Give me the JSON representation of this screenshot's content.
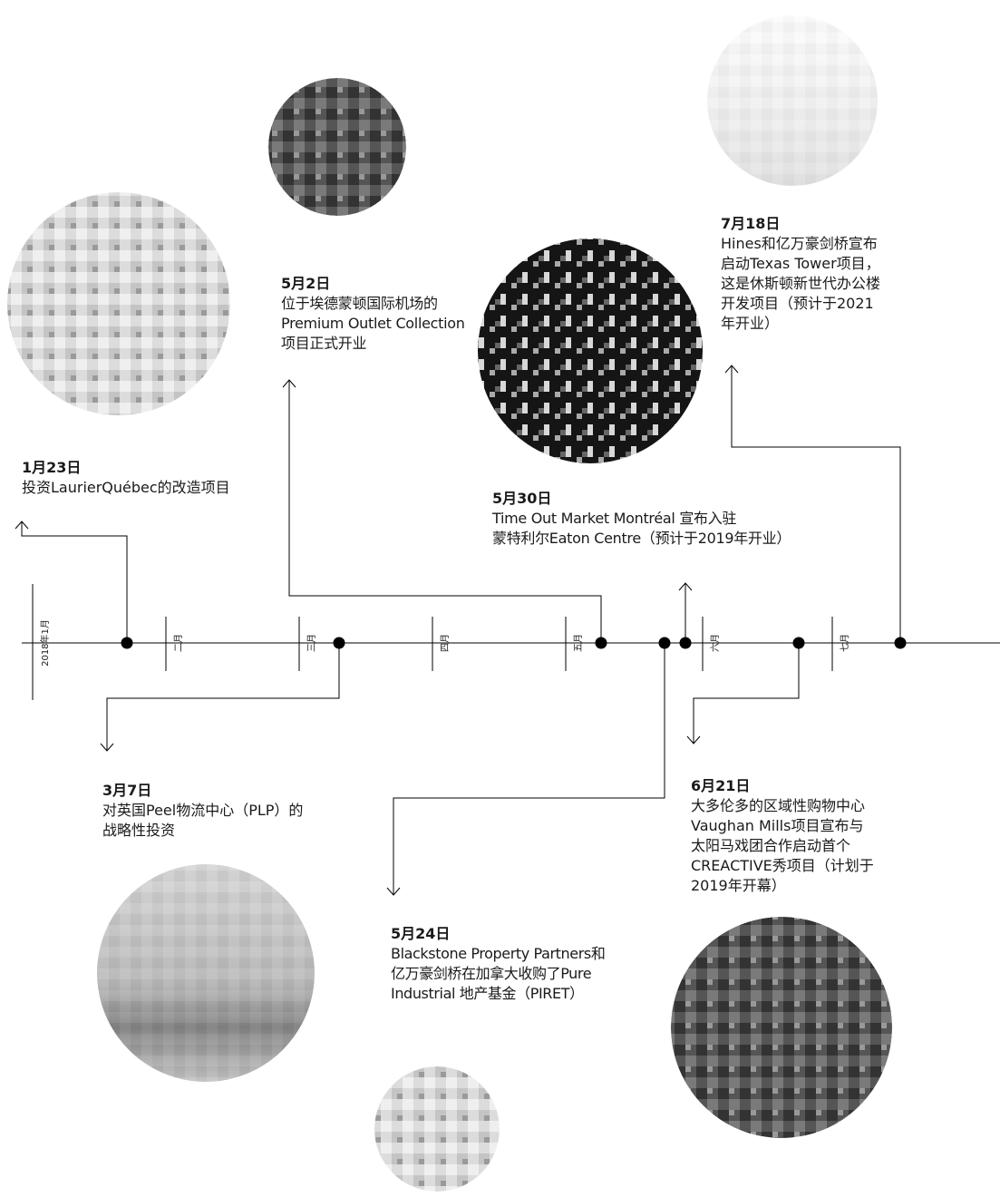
{
  "timeline": {
    "months": [
      "2018年1月",
      "二月",
      "三月",
      "四月",
      "五月",
      "六月",
      "七月"
    ],
    "events": [
      {
        "id": "jan23",
        "date": "1月23日",
        "text": "投资LaurierQuébec的改造项目"
      },
      {
        "id": "may2",
        "date": "5月2日",
        "text": "位于埃德蒙顿国际机场的\nPremium Outlet Collection\n项目正式开业"
      },
      {
        "id": "jul18",
        "date": "7月18日",
        "text": "Hines和亿万豪剑桥宣布\n启动Texas Tower项目，\n这是休斯顿新世代办公楼\n开发项目（预计于2021\n年开业）"
      },
      {
        "id": "may30",
        "date": "5月30日",
        "text": "Time Out Market Montréal 宣布入驻\n蒙特利尔Eaton Centre（预计于2019年开业）"
      },
      {
        "id": "mar7",
        "date": "3月7日",
        "text": "对英国Peel物流中心（PLP）的\n战略性投资"
      },
      {
        "id": "jun21",
        "date": "6月21日",
        "text": "大多伦多的区域性购物中心\nVaughan Mills项目宣布与\n太阳马戏团合作启动首个\nCREACTIVE秀项目（计划于\n2019年开幕）"
      },
      {
        "id": "may24",
        "date": "5月24日",
        "text": "Blackstone Property Partners和\n亿万豪剑桥在加拿大收购了Pure\nIndustrial 地产基金（PIRET）"
      }
    ],
    "photos": [
      {
        "id": "photo-jan23",
        "tone": "light"
      },
      {
        "id": "photo-may2",
        "tone": "dark"
      },
      {
        "id": "photo-jul18",
        "tone": "verylight"
      },
      {
        "id": "photo-may30",
        "tone": "verydark"
      },
      {
        "id": "photo-mar7",
        "tone": "mid"
      },
      {
        "id": "photo-may24",
        "tone": "light"
      },
      {
        "id": "photo-jun21",
        "tone": "dark"
      }
    ]
  }
}
